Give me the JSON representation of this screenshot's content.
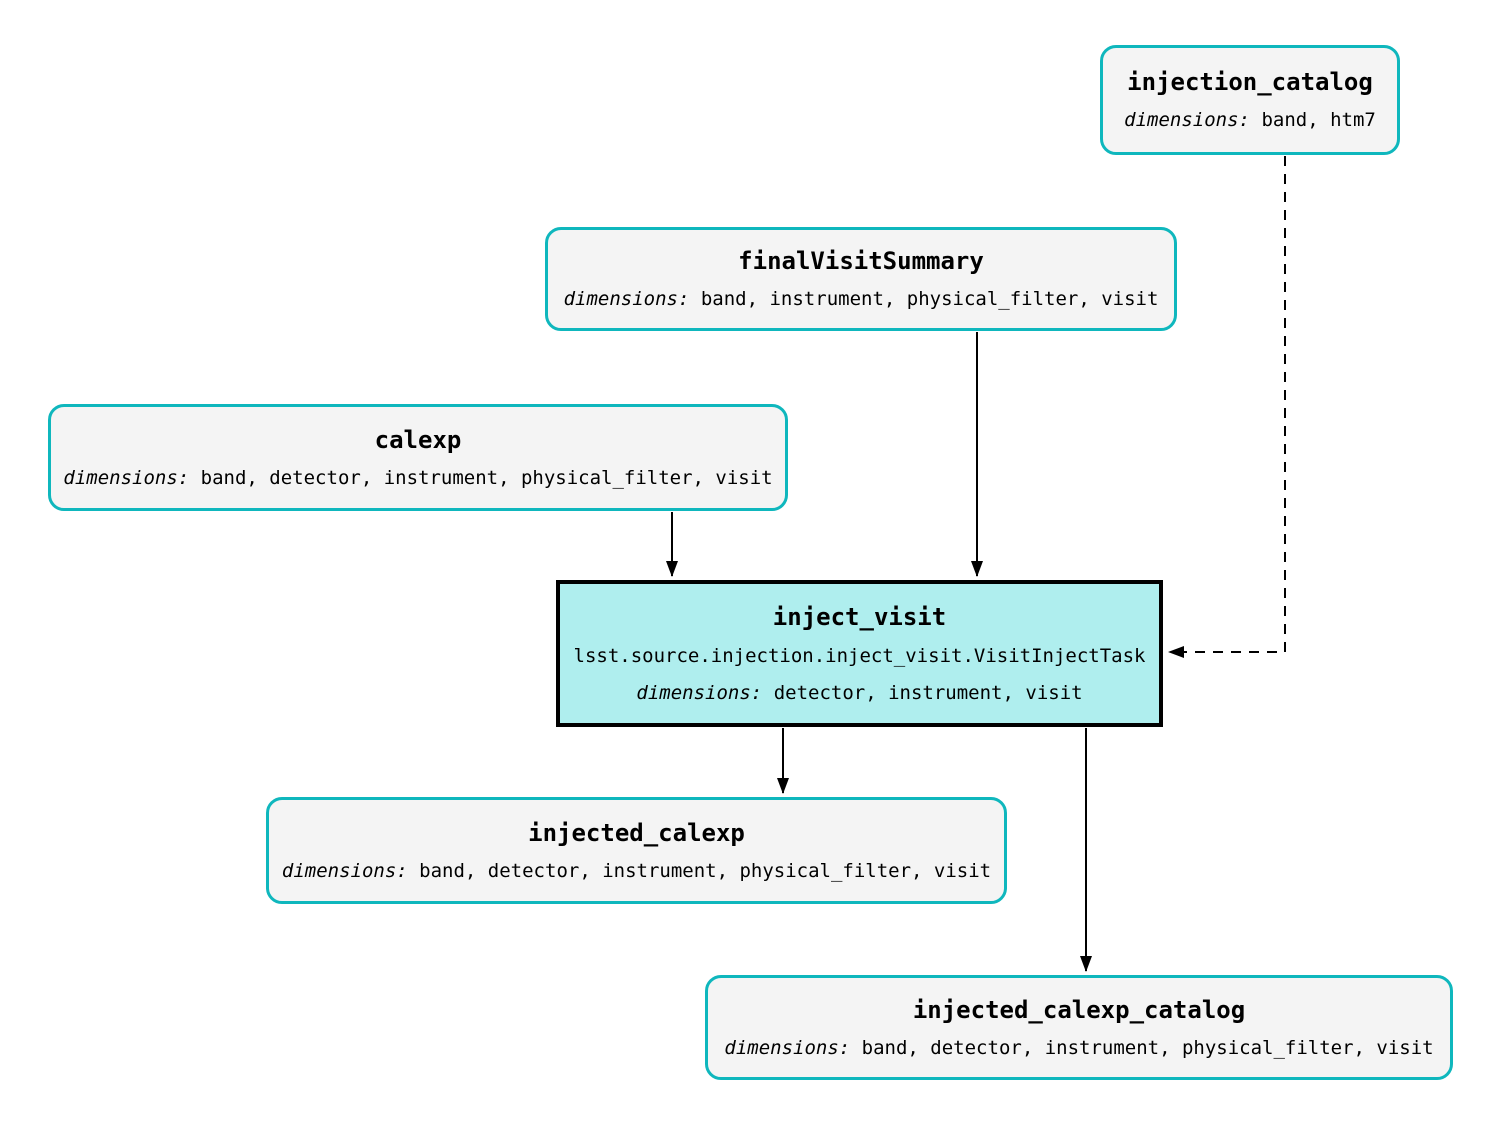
{
  "diagram": {
    "type": "pipeline-task-graph",
    "colors": {
      "background": "#ffffff",
      "dataset_border": "#0fb7bd",
      "dataset_fill": "#f4f4f4",
      "task_border": "#000000",
      "task_fill": "#afeeee",
      "edge": "#000000",
      "text": "#000000"
    }
  },
  "nodes": {
    "injection_catalog": {
      "title": "injection_catalog",
      "dims_label": "dimensions:",
      "dims": "band, htm7"
    },
    "finalVisitSummary": {
      "title": "finalVisitSummary",
      "dims_label": "dimensions:",
      "dims": "band, instrument, physical_filter, visit"
    },
    "calexp": {
      "title": "calexp",
      "dims_label": "dimensions:",
      "dims": "band, detector, instrument, physical_filter, visit"
    },
    "inject_visit": {
      "title": "inject_visit",
      "task_class": "lsst.source.injection.inject_visit.VisitInjectTask",
      "dims_label": "dimensions:",
      "dims": "detector, instrument, visit"
    },
    "injected_calexp": {
      "title": "injected_calexp",
      "dims_label": "dimensions:",
      "dims": "band, detector, instrument, physical_filter, visit"
    },
    "injected_calexp_catalog": {
      "title": "injected_calexp_catalog",
      "dims_label": "dimensions:",
      "dims": "band, detector, instrument, physical_filter, visit"
    }
  },
  "edges": [
    {
      "from": "calexp",
      "to": "inject_visit",
      "style": "solid"
    },
    {
      "from": "finalVisitSummary",
      "to": "inject_visit",
      "style": "solid"
    },
    {
      "from": "injection_catalog",
      "to": "inject_visit",
      "style": "dashed"
    },
    {
      "from": "inject_visit",
      "to": "injected_calexp",
      "style": "solid"
    },
    {
      "from": "inject_visit",
      "to": "injected_calexp_catalog",
      "style": "solid"
    }
  ]
}
